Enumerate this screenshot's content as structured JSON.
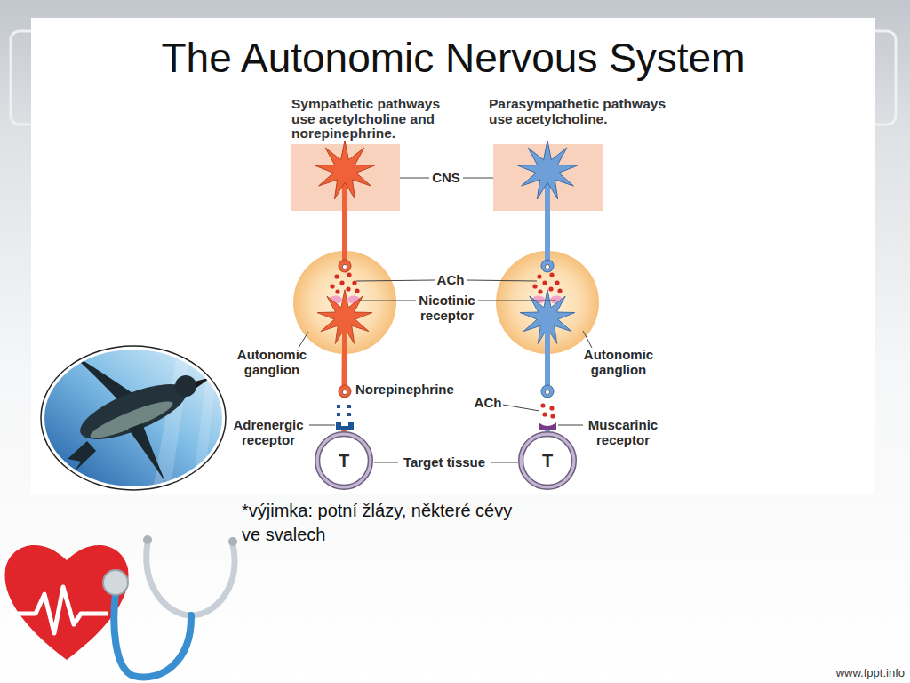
{
  "diagram": {
    "title": "The Autonomic Nervous System",
    "caption": "*výjimka: potní žlázy, některé cévy ve svalech",
    "nodes": [
      {
        "text": [
          "Autonomic ganglion"
        ]
      },
      {
        "text": [
          "Autonomic ganglion"
        ]
      },
      {
        "text": [
          "T"
        ]
      },
      {
        "text": [
          "T"
        ]
      }
    ],
    "edges": [
      {
        "from": 0,
        "to": 2,
        "arrow": "none"
      },
      {
        "from": 1,
        "to": 3,
        "arrow": "none"
      }
    ],
    "labels": [
      "Sympathetic pathways use acetylcholine and norepinephrine.",
      "Parasympathetic pathways use acetylcholine.",
      "CNS",
      "ACh",
      "Nicotinic receptor",
      "Norepinephrine",
      "ACh",
      "Adrenergic receptor",
      "Muscarinic receptor",
      "Target tissue",
      "www.fppt.info"
    ]
  }
}
